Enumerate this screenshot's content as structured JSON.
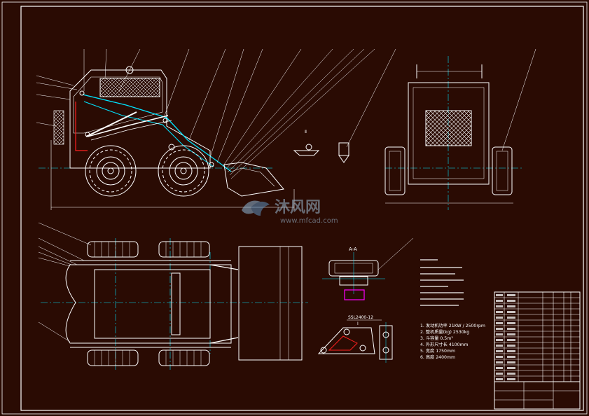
{
  "drawing": {
    "background_color": "#2a0b03",
    "line_color": "#ffffff",
    "center_line_color": "#00e5ff",
    "accent_color": "#ff00ff",
    "section_label": "A-A",
    "detail_label_1": "Ⅱ",
    "detail_label_2": "Ⅰ",
    "part_code": "SSL2400-12",
    "notes": [
      "1. 发动机功率 21KW / 2500rpm",
      "2. 整机质量(kg)  2530kg",
      "3. 斗容量 0.5m³",
      "4. 外形尺寸长 4100mm",
      "5. 宽度 1750mm",
      "6. 高度 2400mm"
    ]
  },
  "watermark": {
    "brand_cn": "沐风网",
    "url": "www.mfcad.com"
  }
}
